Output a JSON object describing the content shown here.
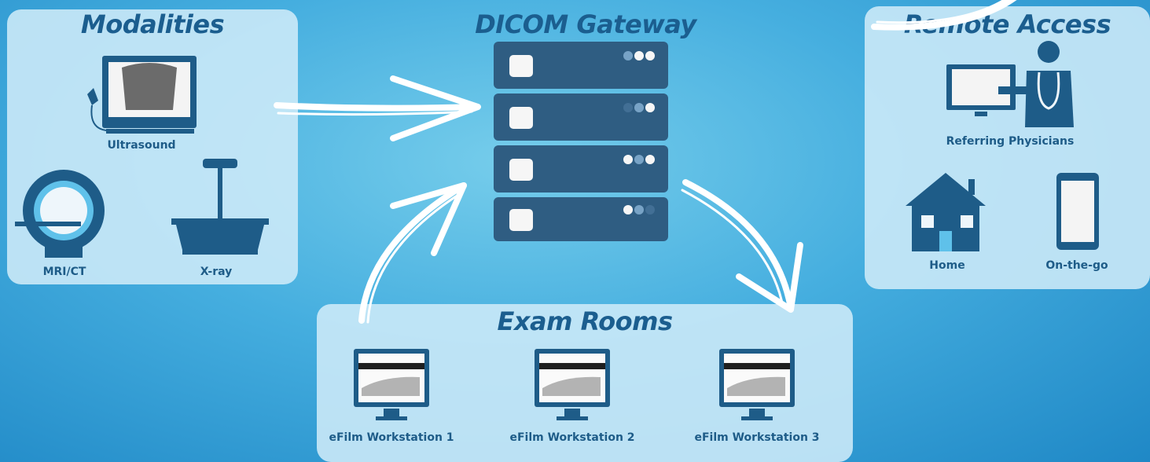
{
  "modalities": {
    "title": "Modalities",
    "ultrasound": "Ultrasound",
    "mri_ct": "MRI/CT",
    "xray": "X-ray"
  },
  "gateway": {
    "title": "DICOM Gateway"
  },
  "remote": {
    "title": "Remote Access",
    "physicians": "Referring Physicians",
    "home": "Home",
    "onthego": "On-the-go"
  },
  "exam": {
    "title": "Exam Rooms",
    "ws1": "eFilm Workstation 1",
    "ws2": "eFilm Workstation 2",
    "ws3": "eFilm Workstation 3"
  },
  "colors": {
    "navy": "#1b5e8f",
    "server": "#2f5d82",
    "panel": "#ceebf8"
  }
}
